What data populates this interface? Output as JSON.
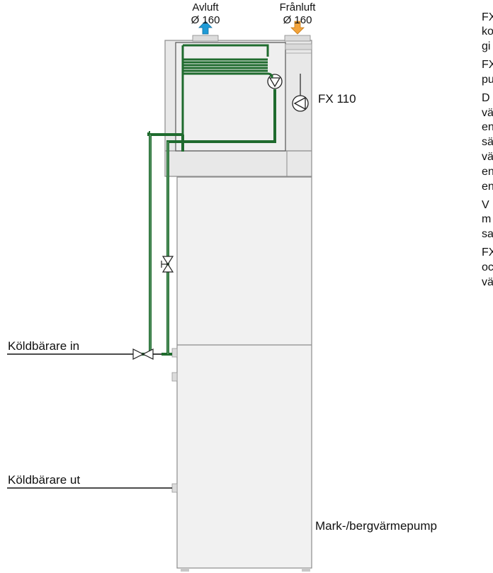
{
  "diagram": {
    "ports": {
      "avluft_label": "Avluft",
      "avluft_size": "Ø 160",
      "franluft_label": "Frånluft",
      "franluft_size": "Ø 160"
    },
    "unit_top_label": "FX 110",
    "unit_bottom_label": "Mark-/bergvärmepump",
    "brine_in_label": "Köldbärare in",
    "brine_out_label": "Köldbärare ut",
    "colors": {
      "pipe_green": "#1f6b2e",
      "arrow_blue": "#1e9ad6",
      "arrow_orange": "#f2a33a",
      "cabinet_fill": "#f1f1f1",
      "cabinet_stroke": "#8c8c8c"
    }
  },
  "right_column": {
    "fragments": [
      "FX",
      "ko",
      "gi",
      "FX",
      "pu",
      "D",
      "vä",
      "en",
      "sä",
      "vä",
      "en",
      "en",
      "V",
      "m",
      "sa",
      "FX",
      "oc",
      "vä"
    ]
  }
}
